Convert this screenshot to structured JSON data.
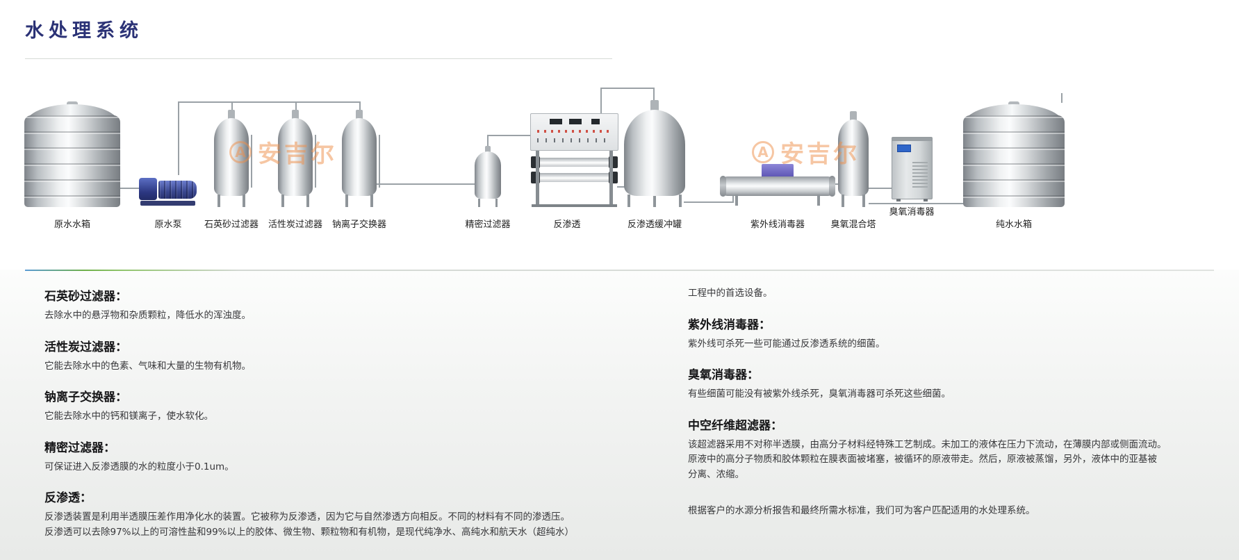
{
  "page": {
    "title": "水处理系统"
  },
  "watermark": {
    "logo_char": "A",
    "text": "安吉尔"
  },
  "equipment": [
    {
      "id": "raw-water-tank",
      "label": "原水水箱"
    },
    {
      "id": "raw-water-pump",
      "label": "原水泵"
    },
    {
      "id": "quartz-sand-filter",
      "label": "石英砂过滤器"
    },
    {
      "id": "activated-carbon-filter",
      "label": "活性炭过滤器"
    },
    {
      "id": "sodium-ion-exchanger",
      "label": "钠离子交换器"
    },
    {
      "id": "precision-filter",
      "label": "精密过滤器"
    },
    {
      "id": "reverse-osmosis",
      "label": "反渗透"
    },
    {
      "id": "ro-buffer-tank",
      "label": "反渗透缓冲罐"
    },
    {
      "id": "uv-sterilizer",
      "label": "紫外线消毒器"
    },
    {
      "id": "ozone-mixing-tower",
      "label": "臭氧混合塔"
    },
    {
      "id": "ozone-generator",
      "label": "臭氧消毒器"
    },
    {
      "id": "pure-water-tank",
      "label": "纯水水箱"
    }
  ],
  "descriptions": {
    "left": [
      {
        "title": "石英砂过滤器：",
        "body": "去除水中的悬浮物和杂质颗粒，降低水的浑浊度。"
      },
      {
        "title": "活性炭过滤器：",
        "body": "它能去除水中的色素、气味和大量的生物有机物。"
      },
      {
        "title": "钠离子交换器：",
        "body": "它能去除水中的钙和镁离子，使水软化。"
      },
      {
        "title": "精密过滤器：",
        "body": "可保证进入反渗透膜的水的粒度小于0.1um。"
      },
      {
        "title": "反渗透：",
        "body": "反渗透装置是利用半透膜压差作用净化水的装置。它被称为反渗透，因为它与自然渗透方向相反。不同的材料有不同的渗透压。\n反渗透可以去除97%以上的可溶性盐和99%以上的胶体、微生物、颗粒物和有机物，是现代纯净水、高纯水和航天水（超纯水）"
      }
    ],
    "right": [
      {
        "title": "",
        "body": "工程中的首选设备。"
      },
      {
        "title": "紫外线消毒器：",
        "body": "紫外线可杀死一些可能通过反渗透系统的细菌。"
      },
      {
        "title": "臭氧消毒器：",
        "body": "有些细菌可能没有被紫外线杀死，臭氧消毒器可杀死这些细菌。"
      },
      {
        "title": "中空纤维超滤器：",
        "body": "该超滤器采用不对称半透膜，由高分子材料经特殊工艺制成。未加工的液体在压力下流动，在薄膜内部或侧面流动。\n原液中的高分子物质和胶体颗粒在膜表面被堵塞，被循环的原液带走。然后，原液被蒸馏，另外，液体中的亚基被\n分离、浓缩。"
      },
      {
        "title": "",
        "body": "根据客户的水源分析报告和最终所需水标准，我们可为客户匹配适用的水处理系统。"
      }
    ]
  },
  "colors": {
    "title_navy": "#2b3276",
    "accent_blue": "#5b9bd5",
    "accent_green": "#7ac143",
    "watermark_orange": "#ef8f4a"
  }
}
